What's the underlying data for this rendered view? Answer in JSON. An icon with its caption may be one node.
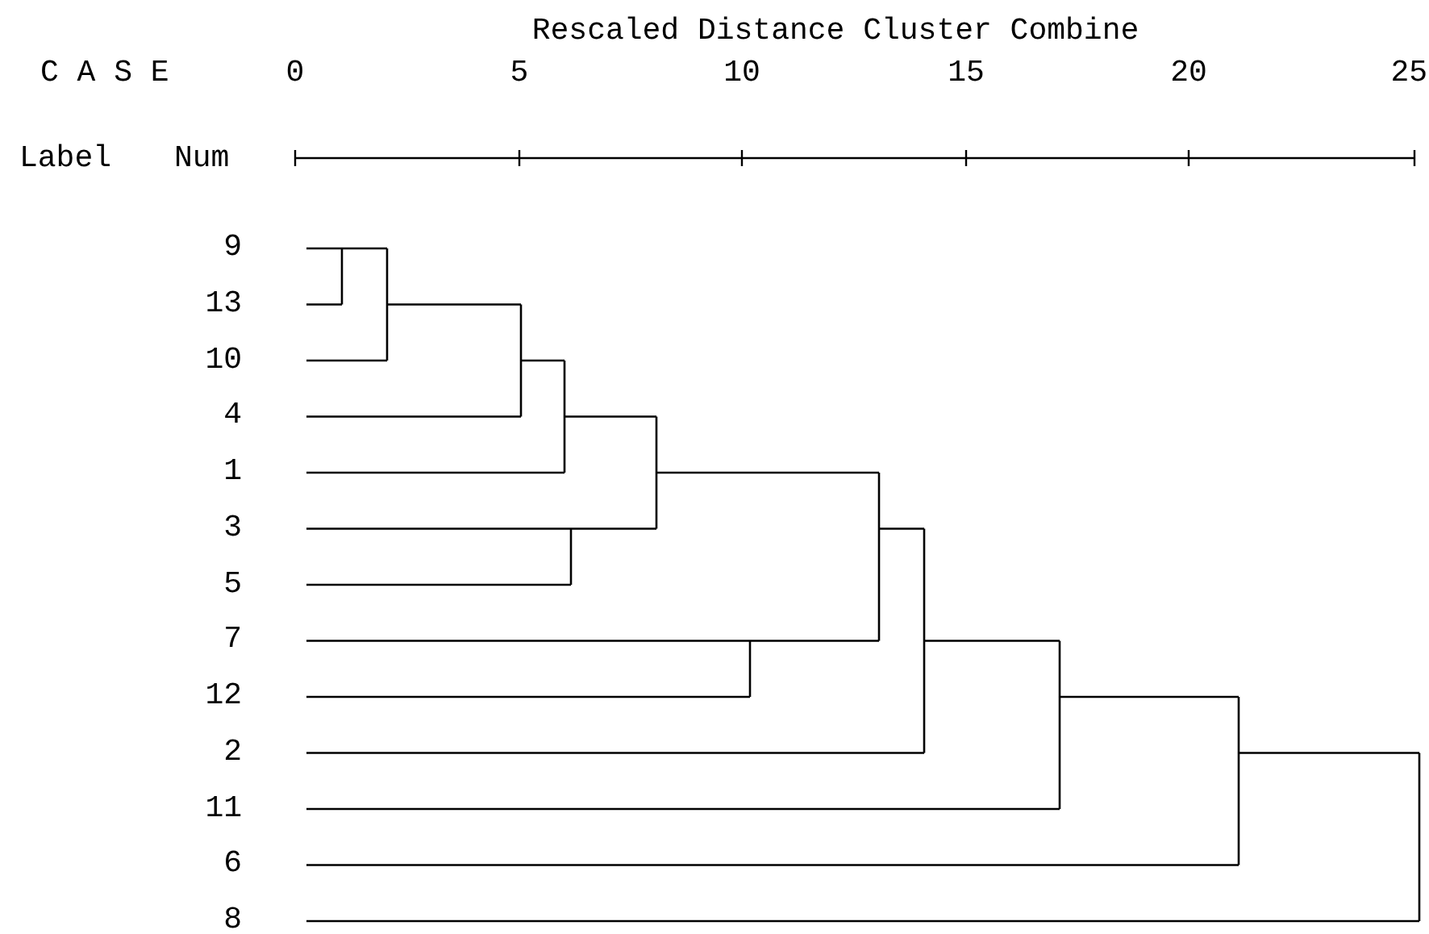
{
  "diagram": {
    "title": "Rescaled Distance Cluster Combine",
    "labels": [
      "C A S E",
      "0",
      "5",
      "10",
      "15",
      "20",
      "25",
      "Label",
      "Num",
      "9",
      "13",
      "10",
      "4",
      "1",
      "3",
      "5",
      "7",
      "12",
      "2",
      "11",
      "6",
      "8"
    ]
  }
}
